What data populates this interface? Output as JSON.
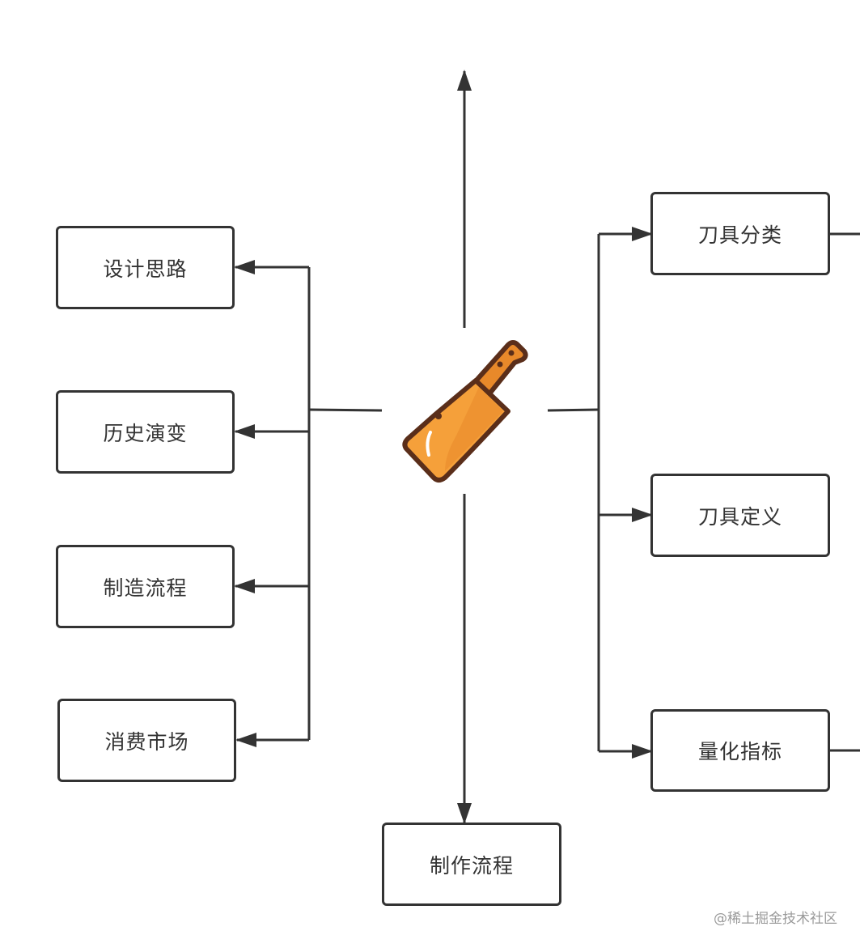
{
  "diagram": {
    "center": {
      "icon": "cleaver-icon",
      "colors": {
        "blade": "#F5A03A",
        "blade_shade": "#E07F1E",
        "outline": "#5A2E1A",
        "handle": "#E8892A",
        "highlight": "#FFFFFF"
      }
    },
    "left_nodes": [
      {
        "label": "设计思路"
      },
      {
        "label": "历史演变"
      },
      {
        "label": "制造流程"
      },
      {
        "label": "消费市场"
      }
    ],
    "right_nodes": [
      {
        "label": "刀具分类"
      },
      {
        "label": "刀具定义"
      },
      {
        "label": "量化指标"
      }
    ],
    "bottom_node": {
      "label": "制作流程"
    },
    "line_color": "#333333"
  },
  "watermark": "@稀土掘金技术社区"
}
